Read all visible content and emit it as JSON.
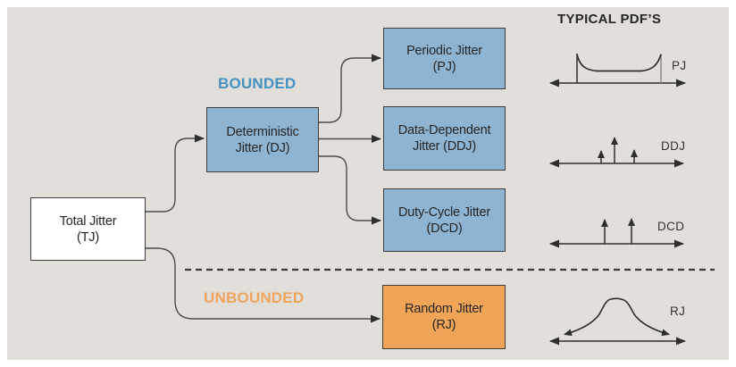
{
  "heading": {
    "typical_pdfs": "TYPICAL PDF’S"
  },
  "groups": {
    "bounded": "BOUNDED",
    "unbounded": "UNBOUNDED"
  },
  "nodes": {
    "tj": {
      "line1": "Total Jitter",
      "line2": "(TJ)"
    },
    "dj": {
      "line1": "Deterministic",
      "line2": "Jitter (DJ)"
    },
    "pj": {
      "line1": "Periodic Jitter",
      "line2": "(PJ)"
    },
    "ddj": {
      "line1": "Data-Dependent",
      "line2": "Jitter (DDJ)"
    },
    "dcd": {
      "line1": "Duty-Cycle Jitter",
      "line2": "(DCD)"
    },
    "rj": {
      "line1": "Random Jitter",
      "line2": "(RJ)"
    }
  },
  "pdfs": {
    "pj_label": "PJ",
    "ddj_label": "DDJ",
    "dcd_label": "DCD",
    "rj_label": "RJ"
  },
  "colors": {
    "panel_bg": "#e2dfda",
    "blue_fill": "#8fb4d2",
    "orange_fill": "#efa458",
    "blue_label": "#4591c0",
    "orange_label": "#f0a55e",
    "box_border": "#3d3d3d",
    "line": "#4b4b4b",
    "sketch": "#2e2e2e",
    "ink": "#262626"
  }
}
